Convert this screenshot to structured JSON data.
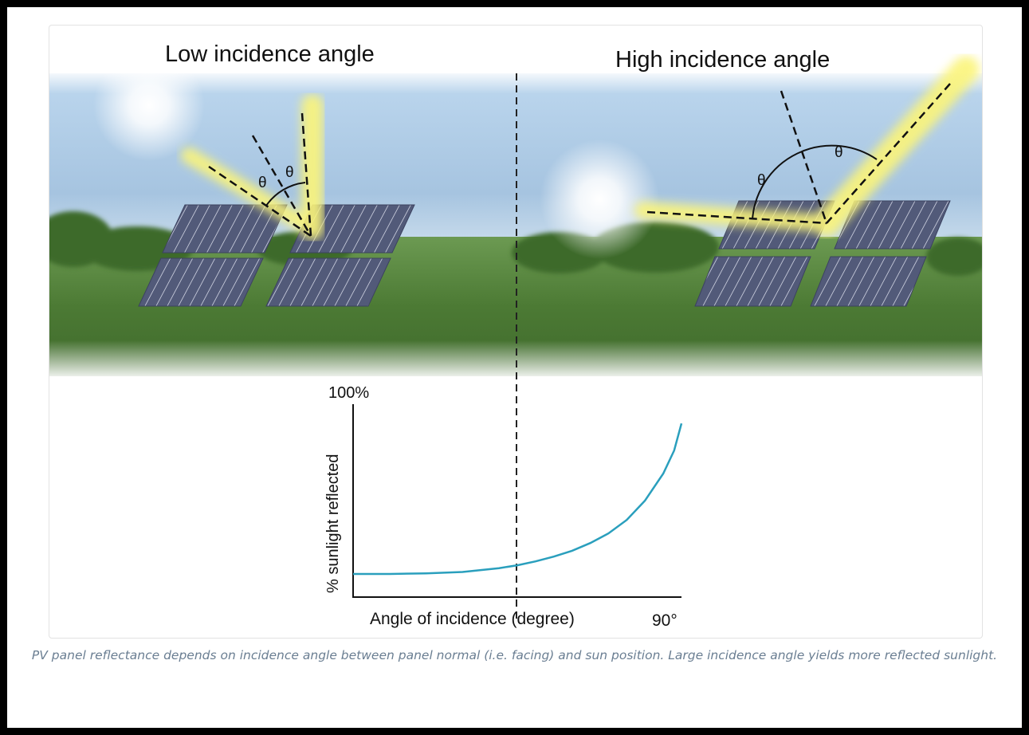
{
  "titles": {
    "left": "Low incidence angle",
    "right": "High incidence angle"
  },
  "angle_symbol": "θ",
  "chart": {
    "y_max_label": "100%",
    "ylabel": "% sunlight reflected",
    "xlabel": "Angle of incidence (degree)",
    "x_max_label": "90°"
  },
  "chart_data": {
    "type": "line",
    "xlabel": "Angle of incidence (degree)",
    "ylabel": "% sunlight reflected",
    "x_range": [
      0,
      90
    ],
    "y_range": [
      0,
      100
    ],
    "series": [
      {
        "x": [
          0,
          10,
          20,
          30,
          40,
          45,
          50,
          55,
          60,
          65,
          70,
          75,
          80,
          85,
          88,
          90
        ],
        "y": [
          12,
          12,
          12.3,
          13,
          15,
          16.5,
          18.5,
          21,
          24,
          28,
          33,
          40,
          50,
          64,
          76,
          90
        ]
      }
    ]
  },
  "colors": {
    "curve": "#2a9fbd",
    "sky": "#a9c9e4",
    "grass": "#55823a",
    "panel": "#4f5674",
    "glow": "#fbf47a"
  },
  "caption": "PV panel reflectance depends on incidence angle between panel normal (i.e. facing) and sun position. Large incidence angle yields more reflected sunlight."
}
